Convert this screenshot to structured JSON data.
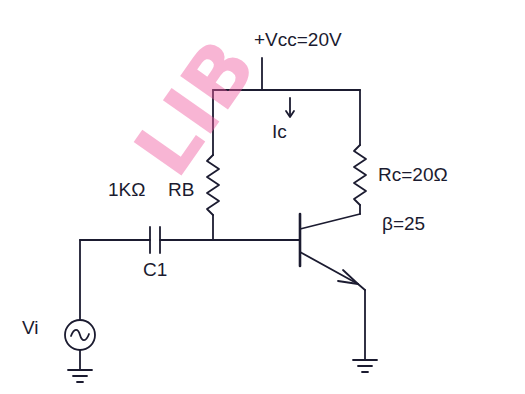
{
  "diagram": {
    "labels": [
      "+Vcc=20V",
      "Ic",
      "Rc=20Ω",
      "β=25",
      "1KΩ",
      "RB",
      "C1",
      "Vi",
      "LIB"
    ]
  }
}
